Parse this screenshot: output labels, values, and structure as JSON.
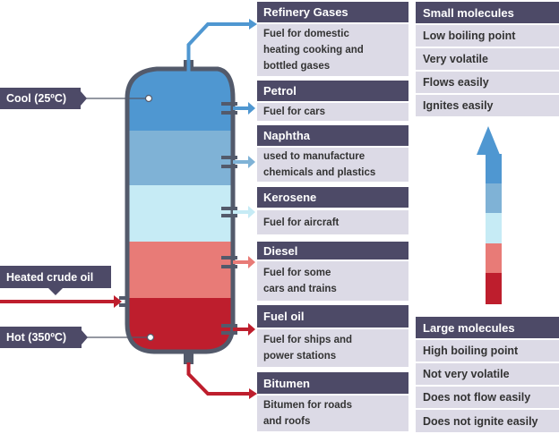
{
  "colors": {
    "header_bg": "#4d4a67",
    "box_bg": "#dcdae6",
    "column_outline": "#535a6b",
    "band_colors": [
      "#4f97d1",
      "#7fb2d6",
      "#c6ebf5",
      "#e87b77",
      "#be1e2d"
    ]
  },
  "labels": {
    "cool": "Cool (25ºC)",
    "hot": "Hot (350ºC)",
    "input": "Heated crude oil"
  },
  "fractions": [
    {
      "name": "Refinery Gases",
      "use_lines": [
        "Fuel for domestic",
        "heating cooking and",
        "bottled gases"
      ],
      "arrow_color": "#4f97d1"
    },
    {
      "name": "Petrol",
      "use_lines": [
        "Fuel for cars"
      ],
      "arrow_color": "#4f97d1"
    },
    {
      "name": "Naphtha",
      "use_lines": [
        "used to manufacture",
        "chemicals and plastics"
      ],
      "arrow_color": "#7fb2d6"
    },
    {
      "name": "Kerosene",
      "use_lines": [
        "Fuel for aircraft"
      ],
      "arrow_color": "#c6ebf5"
    },
    {
      "name": "Diesel",
      "use_lines": [
        "Fuel for some",
        "cars and trains"
      ],
      "arrow_color": "#e87b77"
    },
    {
      "name": "Fuel oil",
      "use_lines": [
        "Fuel for ships and",
        "power stations"
      ],
      "arrow_color": "#be1e2d"
    },
    {
      "name": "Bitumen",
      "use_lines": [
        "Bitumen for roads",
        "and roofs"
      ],
      "arrow_color": "#be1e2d"
    }
  ],
  "small": {
    "title": "Small molecules",
    "props": [
      "Low boiling point",
      "Very volatile",
      "Flows easily",
      "Ignites easily"
    ]
  },
  "large": {
    "title": "Large molecules",
    "props": [
      "High boiling point",
      "Not very volatile",
      "Does not flow easily",
      "Does not ignite easily"
    ]
  }
}
